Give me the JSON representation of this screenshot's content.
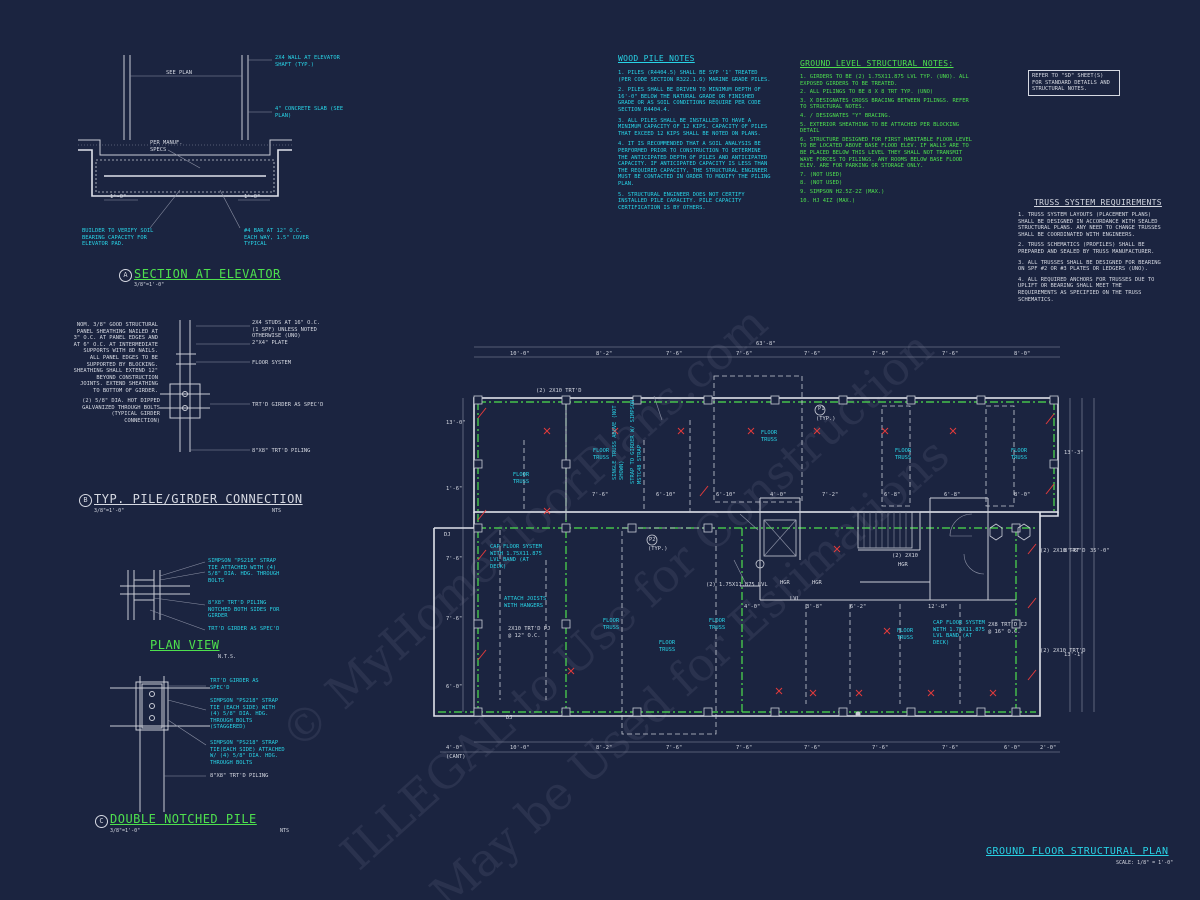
{
  "sheet": {
    "watermark_lines": [
      "© MyHomeFloorPlans.com",
      "ILLEGAL to Use for Construction",
      "May be Used for Estimations"
    ]
  },
  "elevator_section": {
    "see_plan": "SEE PLAN",
    "wall_note": "2x4 WALL AT ELEVATOR SHAFT (TYP.)",
    "slab_note": "4\" CONCRETE SLAB (SEE PLAN)",
    "pier_note": "PER MANUF. SPECS",
    "dim_left": "1'-0\"",
    "dim_right": "1'-0\"",
    "builder_note": "BUILDER TO VERIFY SOIL BEARING CAPACITY FOR ELEVATOR PAD.",
    "bar_note": "#4 BAR AT 12\" O.C. EACH WAY, 1.5\" COVER TYPICAL",
    "marker": "A",
    "title": "SECTION AT ELEVATOR",
    "scale": "3/8\"=1'-0\""
  },
  "pile_girder": {
    "panel_note": "NOM. 3/8\" GOOD STRUCTURAL PANEL SHEATHING NAILED AT 3\" O.C. AT PANEL EDGES AND AT 6\" O.C. AT INTERMEDIATE SUPPORTS WITH 8d NAILS. ALL PANEL EDGES TO BE SUPPORTED BY BLOCKING. SHEATHING SHALL EXTEND 12\" BEYOND CONSTRUCTION JOINTS. EXTEND SHEATHING TO BOTTOM OF GIRDER.",
    "bolt_note": "(2) 5/8\" DIA. HOT DIPPED GALVANIZED THROUGH BOLTS (TYPICAL GIRDER CONNECTION)",
    "studs_note": "2x4 STUDS AT 16\" O.C. (1 SPF) UNLESS NOTED OTHERWISE (UNO)",
    "plate_note": "2\"x4\" PLATE",
    "floor_note": "FLOOR SYSTEM",
    "girder_note": "TRT'D GIRDER AS SPEC'D",
    "piling_note": "8\"x8\" TRT'D PILING",
    "marker": "B",
    "title": "TYP. PILE/GIRDER CONNECTION",
    "scale": "3/8\"=1'-0\"",
    "nts": "NTS"
  },
  "plan_view": {
    "strap_note": "SIMPSON \"PS218\" STRAP TIE ATTACHED WITH (4) 5/8\" DIA. HDG. THROUGH BOLTS",
    "piling_note": "8\"x8\" TRT'D PILING NOTCHED BOTH SIDES FOR GIRDER",
    "girder_note": "TRT'D GIRDER AS SPEC'D",
    "title": "PLAN VIEW",
    "nts": "N.T.S."
  },
  "notched_pile": {
    "girder_note": "TRT'D GIRDER AS SPEC'D",
    "strap1_note": "SIMPSON \"PS218\" STRAP TIE (EACH SIDE) WITH (4) 5/8\" DIA. HDG. THROUGH BOLTS (STAGGERED)",
    "strap2_note": "SIMPSON \"PS218\" STRAP TIE(EACH SIDE) ATTACHED w/ (4) 5/8\" DIA. HDG. THROUGH BOLTS",
    "piling_note": "8\"x8\" TRT'D PILING",
    "marker": "C",
    "title": "DOUBLE NOTCHED PILE",
    "scale": "3/8\"=1'-0\"",
    "nts": "NTS"
  },
  "wood_pile_notes": {
    "title": "WOOD PILE NOTES",
    "items": [
      "1. PILES (R4404.5) SHALL BE SYP '1' TREATED (PER CODE SECTION R322.1.6) MARINE GRADE PILES.",
      "2. PILES SHALL BE DRIVEN TO MINIMUM DEPTH OF 16'-0\" BELOW THE NATURAL GRADE OR FINISHED GRADE OR AS SOIL CONDITIONS REQUIRE PER CODE SECTION R4404.4.",
      "3. ALL PILES SHALL BE INSTALLED TO HAVE A MINIMUM CAPACITY OF 12 KIPS. CAPACITY OF PILES THAT EXCEED 12 KIPS SHALL BE NOTED ON PLANS.",
      "4. IT IS RECOMMENDED THAT A SOIL ANALYSIS BE PERFORMED PRIOR TO CONSTRUCTION TO DETERMINE THE ANTICIPATED DEPTH OF PILES AND ANTICIPATED CAPACITY. IF ANTICIPATED CAPACITY IS LESS THAN THE REQUIRED CAPACITY, THE STRUCTURAL ENGINEER MUST BE CONTACTED IN ORDER TO MODIFY THE PILING PLAN.",
      "5. STRUCTURAL ENGINEER DOES NOT CERTIFY INSTALLED PILE CAPACITY. PILE CAPACITY CERTIFICATION IS BY OTHERS."
    ]
  },
  "ground_notes": {
    "title": "GROUND LEVEL STRUCTURAL NOTES:",
    "items": [
      "1. GIRDERS TO BE (2) 1.75x11.875 LVL TYP. (UNO). ALL EXPOSED GIRDERS TO BE TREATED.",
      "2. ALL PILINGS TO BE 8 x 8 TRT TYP. (UNO)",
      "3. X DESIGNATES CROSS BRACING BETWEEN PILINGS. REFER TO STRUCTURAL NOTES.",
      "4. / DESIGNATES \"Y\" BRACING.",
      "5. EXTERIOR SHEATHING TO BE ATTACHED PER BLOCKING DETAIL",
      "6. STRUCTURE DESIGNED FOR FIRST HABITABLE FLOOR LEVEL TO BE LOCATED ABOVE BASE FLOOD ELEV. IF WALLS ARE TO BE PLACED BELOW THIS LEVEL THEY SHALL NOT TRANSMIT WAVE FORCES TO PILINGS. ANY ROOMS BELOW BASE FLOOD ELEV. ARE FOR PARKING OR STORAGE ONLY.",
      "7. (NOT USED)",
      "8. (NOT USED)",
      "9. SIMPSON H2.5Z-2Z (MAX.)",
      "10. HJ 4IZ (MAX.)"
    ]
  },
  "std_ref": "REFER TO \"SD\" SHEET(S) FOR STANDARD DETAILS AND STRUCTURAL NOTES.",
  "truss_reqs": {
    "title": "TRUSS SYSTEM REQUIREMENTS",
    "items": [
      "1. TRUSS SYSTEM LAYOUTS (PLACEMENT PLANS) SHALL BE DESIGNED IN ACCORDANCE WITH SEALED STRUCTURAL PLANS. ANY NEED TO CHANGE TRUSSES SHALL BE COORDINATED WITH ENGINEERS.",
      "2. TRUSS SCHEMATICS (PROFILES) SHALL BE PREPARED AND SEALED BY TRUSS MANUFACTURER.",
      "3. ALL TRUSSES SHALL BE DESIGNED FOR BEARING ON SPF #2 OR #3 PLATES OR LEDGERS (UNO).",
      "4. ALL REQUIRED ANCHORS FOR TRUSSES DUE TO UPLIFT OR BEARING SHALL MEET THE REQUIREMENTS AS SPECIFIED ON THE TRUSS SCHEMATICS."
    ]
  },
  "plan": {
    "overall_top": "63'-8\"",
    "top_dims": [
      "10'-0\"",
      "8'-2\"",
      "7'-6\"",
      "7'-6\"",
      "7'-6\"",
      "7'-6\"",
      "7'-6\"",
      "8'-0\""
    ],
    "bottom_dims": [
      "4'-0\"",
      "10'-0\"",
      "8'-2\"",
      "7'-6\"",
      "7'-6\"",
      "7'-6\"",
      "7'-6\"",
      "7'-6\"",
      "6'-0\"",
      "2'-0\""
    ],
    "bottom_cant": "(CANT)",
    "mid_dims": [
      "7'-6\"",
      "6'-10\"",
      "6'-10\"",
      "4'-0\"",
      "7'-2\"",
      "6'-8\"",
      "6'-8\"",
      "8'-0\""
    ],
    "low_dims": [
      "4'-0\"",
      "3'-8\"",
      "6'-2\"",
      "12'-8\""
    ],
    "left_dims": [
      "13'-0\"",
      "1'-6\"",
      "7'-6\"",
      "7'-6\"",
      "6'-0\""
    ],
    "right_dims": [
      "13'-3\"",
      "8'-6\"",
      "35'-0\"",
      "13'-1\""
    ],
    "labels": {
      "floor_truss": "FLOOR TRUSS",
      "dj": "DJ",
      "girder_lvl": "(2) 1.75x11.875 LVL",
      "cap_floor_left": "CAP FLOOR SYSTEM WITH 1.75x11.875 LVL BAND (AT DECK)",
      "cap_floor_right": "CAP FLOOR SYSTEM WITH 1.75x11.875 LVL BAND (AT DECK)",
      "attach_joists": "ATTACH JOISTS WITH HANGERS",
      "trtd_joists": "2x10 TRT'D PJ @ 12\" O.C.",
      "trtd_joists_right": "2x8 TRT'D CJ @ 16\" O.C.",
      "single_truss": "SINGLE TRUSS ABOVE (NOT SHOWN)",
      "strap": "STRAP TO GIRDER W/ SIMPSON MSTC48 STRAP",
      "hgr": "HGR",
      "lvl_hdr": "(2) 2x10",
      "typ": "(TYP.)",
      "tag_p1": "P1",
      "tag_p2": "P2",
      "lvl_short": "LVL",
      "girder_right_1": "(2) 2x10 TRT'D",
      "girder_right_2": "(2) 2x10 TRT'D",
      "girder_top": "(2) 2x10 TRT'D"
    },
    "title": "GROUND FLOOR STRUCTURAL PLAN",
    "scale": "SCALE: 1/8\" = 1'-0\""
  }
}
